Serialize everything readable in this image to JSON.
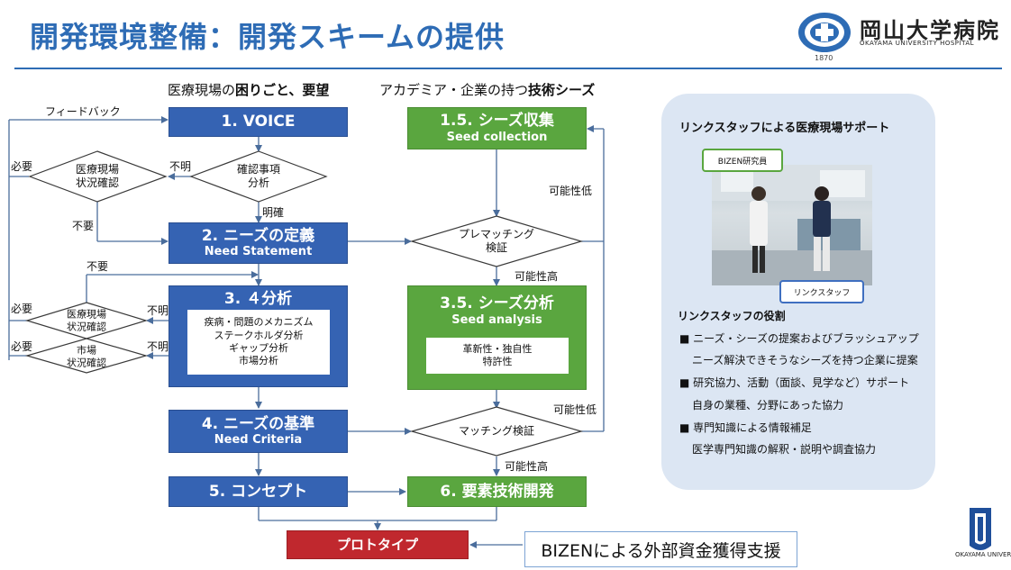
{
  "title": "開発環境整備：開発スキームの提供",
  "logo": {
    "name": "岡山大学病院",
    "en": "OKAYAMA UNIVERSITY HOSPITAL",
    "year": "1870",
    "footer": "OKAYAMA UNIVERSITY"
  },
  "headers": {
    "left_a": "医療現場の",
    "left_b": "困りごと、要望",
    "right_a": "アカデミア・企業の持つ",
    "right_b": "技術シーズ"
  },
  "boxes": {
    "voice": "1. VOICE",
    "seed_collection": "1.5. シーズ収集",
    "seed_collection_en": "Seed collection",
    "need_statement": "2. ニーズの定義",
    "need_statement_en": "Need Statement",
    "analysis4": "3. ４分析",
    "analysis_items": [
      "疾病・問題のメカニズム",
      "ステークホルダ分析",
      "ギャップ分析",
      "市場分析"
    ],
    "seed_analysis": "3.5. シーズ分析",
    "seed_analysis_en": "Seed analysis",
    "seed_analysis_items": [
      "革新性・独自性",
      "特許性"
    ],
    "need_criteria": "4. ニーズの基準",
    "need_criteria_en": "Need Criteria",
    "concept": "5. コンセプト",
    "element_tech": "6. 要素技術開発",
    "prototype": "プロトタイプ"
  },
  "diamonds": {
    "confirm": [
      "確認事項",
      "分析"
    ],
    "site_check": [
      "医療現場",
      "状況確認"
    ],
    "site_check2": [
      "医療現場",
      "状況確認"
    ],
    "market_check": [
      "市場",
      "状況確認"
    ],
    "prematching": [
      "プレマッチング",
      "検証"
    ],
    "matching": [
      "マッチング検証"
    ]
  },
  "labels": {
    "feedback": "フィードバック",
    "necessary": "必要",
    "unclear": "不明",
    "clear": "明確",
    "unnecessary": "不要",
    "possibility_low": "可能性低",
    "possibility_high": "可能性高"
  },
  "panel": {
    "title": "リンクスタッフによる医療現場サポート",
    "tag_bizen": "BIZEN研究員",
    "tag_link": "リンクスタッフ",
    "role_title": "リンクスタッフの役割",
    "roles": [
      "■ ニーズ・シーズの提案およびブラッシュアップ",
      "ニーズ解決できそうなシーズを持つ企業に提案",
      "■ 研究協力、活動（面談、見学など）サポート",
      "自身の業種、分野にあった協力",
      "■ 専門知識による情報補足",
      "医学専門知識の解釈・説明や調査協力"
    ]
  },
  "bizen_support": "BIZENによる外部資金獲得支援",
  "colors": {
    "blue": "#3563b3",
    "green": "#5aa63f",
    "red": "#c0282e",
    "title_blue": "#2e6cb5",
    "panel_bg": "#dce6f3"
  }
}
